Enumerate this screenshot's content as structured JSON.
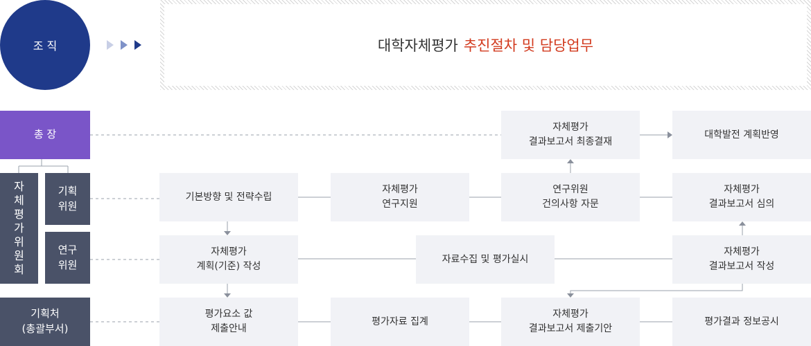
{
  "header": {
    "org_label": "조 직",
    "title_prefix": "대학자체평가",
    "title_accent": "추진절차 및 담당업무",
    "accent_color": "#d23a1e",
    "circle_color": "#1f3a8a"
  },
  "roles": {
    "president": "총 장",
    "committee": "자\n체\n평\n가\n위\n원\n회",
    "planning_member": "기획\n위원",
    "research_member": "연구\n위원",
    "planning_office": "기획처\n(총괄부서)"
  },
  "steps": {
    "final_approval": "자체평가\n결과보고서 최종결재",
    "development_plan": "대학발전 계획반영",
    "basic_direction": "기본방향 및 전략수립",
    "research_support": "자체평가\n연구지원",
    "advisory": "연구위원\n건의사항 자문",
    "report_review": "자체평가\n결과보고서 심의",
    "plan_criteria": "자체평가\n계획(기준) 작성",
    "data_collection": "자료수집 및 평가실시",
    "report_writing": "자체평가\n결과보고서 작성",
    "element_values": "평가요소 값\n제출안내",
    "data_aggregation": "평가자료 집계",
    "report_deadline": "자체평가\n결과보고서 제출기안",
    "disclosure": "평가결과 정보공시"
  }
}
